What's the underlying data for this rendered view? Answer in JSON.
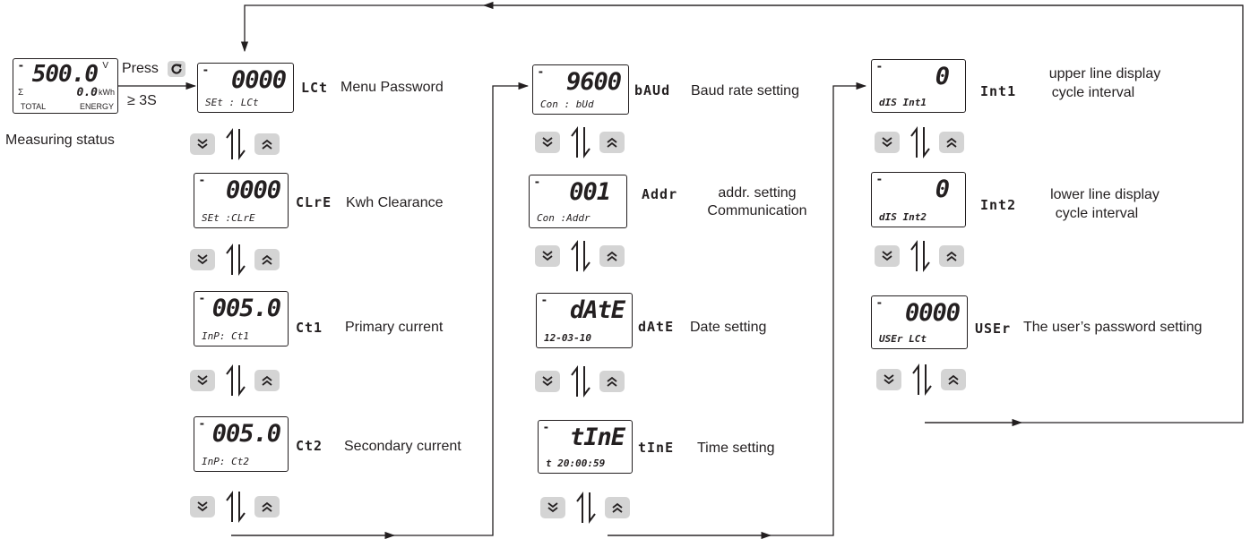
{
  "start": {
    "display_main": "500.0",
    "display_unit_v": "V",
    "display_sub": "0.0",
    "display_unit_kwh": "kWh",
    "sigma": "Σ",
    "total": "TOTAL",
    "energy": "ENERGY",
    "press_label": "Press",
    "hold_label": "≥ 3S",
    "caption": "Measuring status"
  },
  "columns": [
    {
      "items": [
        {
          "main": "0000",
          "sub": "SEt : LCt",
          "code": "LCt",
          "desc": "Menu Password"
        },
        {
          "main": "0000",
          "sub": "SEt :CLrE",
          "code": "CLrE",
          "desc": "Kwh Clearance"
        },
        {
          "main": "005.0",
          "sub": "InP:   Ct1",
          "code": "Ct1",
          "desc": "Primary current"
        },
        {
          "main": "005.0",
          "sub": "InP:   Ct2",
          "code": "Ct2",
          "desc": "Secondary current"
        }
      ]
    },
    {
      "items": [
        {
          "main": "9600",
          "sub": "Con : bUd",
          "code": "bAUd",
          "desc": "Baud rate setting"
        },
        {
          "main": "001",
          "sub": "Con :Addr",
          "code": "Addr",
          "desc": "addr. setting",
          "desc2": "Communication"
        },
        {
          "main": "dAtE",
          "sub": "12-03-10",
          "code": "dAtE",
          "desc": "Date setting"
        },
        {
          "main": "tInE",
          "sub": "t 20:00:59",
          "code": "tInE",
          "desc": "Time setting"
        }
      ]
    },
    {
      "items": [
        {
          "main": "0",
          "sub": "dIS  Int1",
          "code": "Int1",
          "desc": "upper line display",
          "desc2": "cycle interval"
        },
        {
          "main": "0",
          "sub": "dIS  Int2",
          "code": "Int2",
          "desc": "lower line display",
          "desc2": "cycle interval"
        },
        {
          "main": "0000",
          "sub": "USEr LCt",
          "code": "USEr",
          "desc": "The user’s password setting"
        }
      ]
    }
  ],
  "colors": {
    "ink": "#231f20",
    "button": "#d4d4d4"
  },
  "icons": {
    "rotate": "rotate-icon",
    "down": "chevron-double-down-icon",
    "up": "chevron-double-up-icon",
    "updown": "up-down-arrow-icon"
  }
}
